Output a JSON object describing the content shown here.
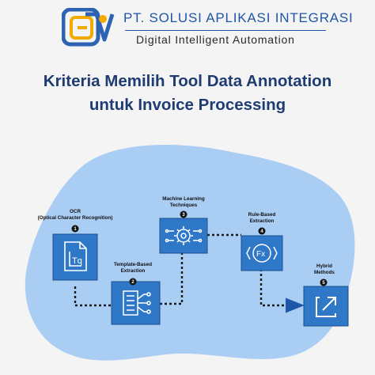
{
  "header": {
    "company_name": "PT. SOLUSI APLIKASI INTEGRASI",
    "tagline": "Digital Intelligent Automation"
  },
  "title": {
    "line1": "Kriteria Memilih Tool Data Annotation",
    "line2": "untuk Invoice Processing"
  },
  "steps": [
    {
      "number": "1",
      "label": "OCR",
      "sublabel": "(Optical Character Recognition)",
      "icon": "document-scan-icon"
    },
    {
      "number": "2",
      "label": "Template-Based",
      "sublabel": "Extraction",
      "icon": "template-extraction-icon"
    },
    {
      "number": "3",
      "label": "Machine Learning",
      "sublabel": "Techniques",
      "icon": "gear-circuit-icon"
    },
    {
      "number": "4",
      "label": "Rule-Based",
      "sublabel": "Extraction",
      "icon": "rule-function-icon"
    },
    {
      "number": "5",
      "label": "Hybrid",
      "sublabel": "Methods",
      "icon": "hybrid-arrow-icon"
    }
  ],
  "colors": {
    "brand_blue": "#1e56a8",
    "title_navy": "#1e3c72",
    "blob": "#a9cdf3",
    "box": "#2f78c8",
    "background": "#f4f4f4"
  }
}
